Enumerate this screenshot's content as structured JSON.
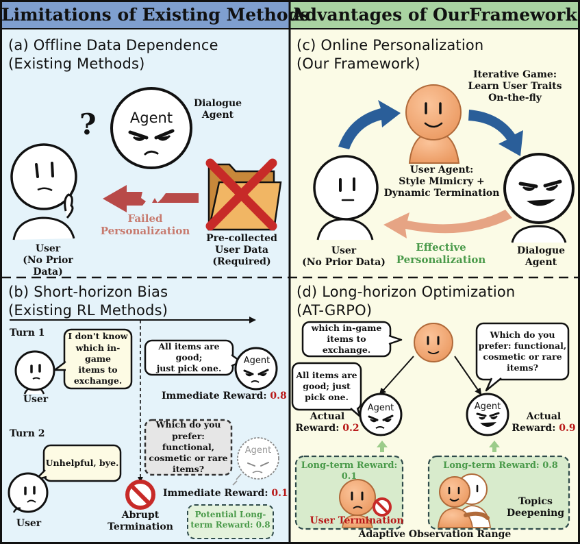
{
  "header": {
    "left": "Limitations of Existing Methods",
    "right": "Advantages of OurFramework"
  },
  "panel_a": {
    "title": [
      "(a) Offline Data Dependence",
      "(Existing Methods)"
    ],
    "agent_label": [
      "Dialogue",
      "Agent"
    ],
    "face_text": "Agent",
    "question": "?",
    "failed": [
      "Failed",
      "Personalization"
    ],
    "user": [
      "User",
      "(No Prior Data)"
    ],
    "data": [
      "Pre-collected",
      "User Data",
      "(Required)"
    ]
  },
  "panel_b": {
    "title": [
      "(b) Short-horizon Bias",
      "(Existing RL Methods)"
    ],
    "turn1": "Turn 1",
    "turn2": "Turn 2",
    "user1": "User",
    "user2": "User",
    "bubble_user1": [
      "I don't know",
      "which in-game",
      "items to",
      "exchange."
    ],
    "bubble_agent1": [
      "All items are good;",
      "just pick one."
    ],
    "agent_face": "Agent",
    "reward1_label": "Immediate Reward: ",
    "reward1_value": "0.8",
    "bubble_agent2": [
      "Which do you",
      "prefer: functional,",
      "cosmetic or rare",
      "items?"
    ],
    "bubble_user2": "Unhelpful, bye.",
    "reward2_label": "Immediate Reward: ",
    "reward2_value": "0.1",
    "abrupt": [
      "Abrupt",
      "Termination"
    ],
    "potential": [
      "Potential Long-",
      "term Reward: 0.8"
    ]
  },
  "panel_c": {
    "title": [
      "(c) Online Personalization",
      "(Our Framework)"
    ],
    "game": [
      "Iterative Game:",
      "Learn User Traits",
      "On-the-fly"
    ],
    "user_agent": [
      "User Agent:",
      "Style Mimicry +",
      "Dynamic Termination"
    ],
    "user": [
      "User",
      "(No Prior Data)"
    ],
    "effective": [
      "Effective",
      "Personalization"
    ],
    "dialogue": [
      "Dialogue",
      "Agent"
    ]
  },
  "panel_d": {
    "title": [
      "(d) Long-horizon Optimization",
      "(AT-GRPO)"
    ],
    "bubble_user": [
      "which in-game",
      "items to exchange."
    ],
    "bubble_left": [
      "All items are",
      "good; just",
      "pick one."
    ],
    "bubble_right": [
      "Which do you",
      "prefer: functional,",
      "cosmetic or rare",
      "items?"
    ],
    "face_left": "Agent",
    "face_right": "Agent",
    "actual_left_label": [
      "Actual",
      "Reward: "
    ],
    "actual_left_value": "0.2",
    "actual_right_label": [
      "Actual",
      "Reward: "
    ],
    "actual_right_value": "0.9",
    "lt_left": "Long-term Reward: 0.1",
    "lt_right": "Long-term Reward: 0.8",
    "user_termination": "User Termination",
    "topics": [
      "Topics",
      "Deepening"
    ],
    "adaptive": "Adaptive Observation Range"
  },
  "colors": {
    "left_header": "#7f9fcf",
    "left_bg": "#e5f3fa",
    "right_header": "#a9d3a2",
    "right_bg": "#fbfbe6",
    "accent_red": "#b81818",
    "accent_green": "#4a9a4a",
    "blue_arrow": "#2a5e99",
    "salmon_arrow": "#e6a484",
    "red_arrow": "#b84a48"
  }
}
